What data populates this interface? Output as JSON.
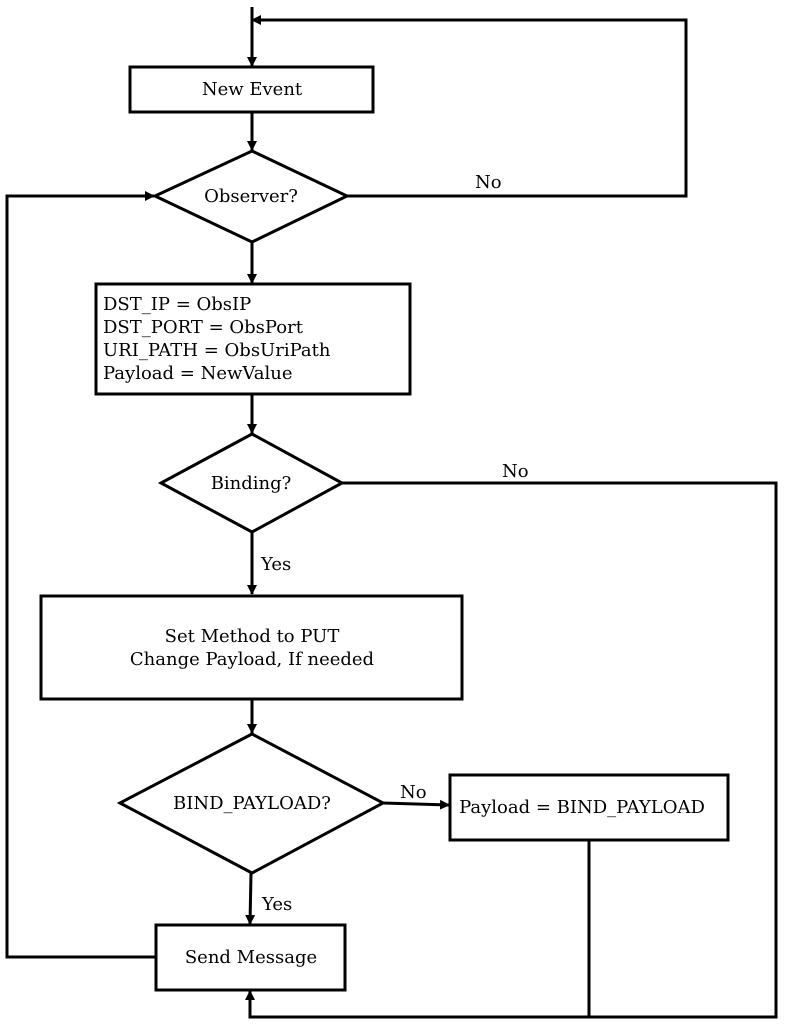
{
  "diagram": {
    "nodes": {
      "new_event": "New Event",
      "observer_decision": "Observer?",
      "assign_block": {
        "line1": "DST_IP = ObsIP",
        "line2": "DST_PORT = ObsPort",
        "line3": "URI_PATH = ObsUriPath",
        "line4": "Payload = NewValue"
      },
      "binding_decision": "Binding?",
      "set_method_block": {
        "line1": "Set Method to PUT",
        "line2": "Change Payload, If needed"
      },
      "bind_payload_decision": "BIND_PAYLOAD?",
      "payload_assign": "Payload = BIND_PAYLOAD",
      "send_message": "Send Message"
    },
    "edge_labels": {
      "observer_no": "No",
      "binding_no": "No",
      "binding_yes": "Yes",
      "bind_payload_no": "No",
      "bind_payload_yes": "Yes"
    }
  }
}
